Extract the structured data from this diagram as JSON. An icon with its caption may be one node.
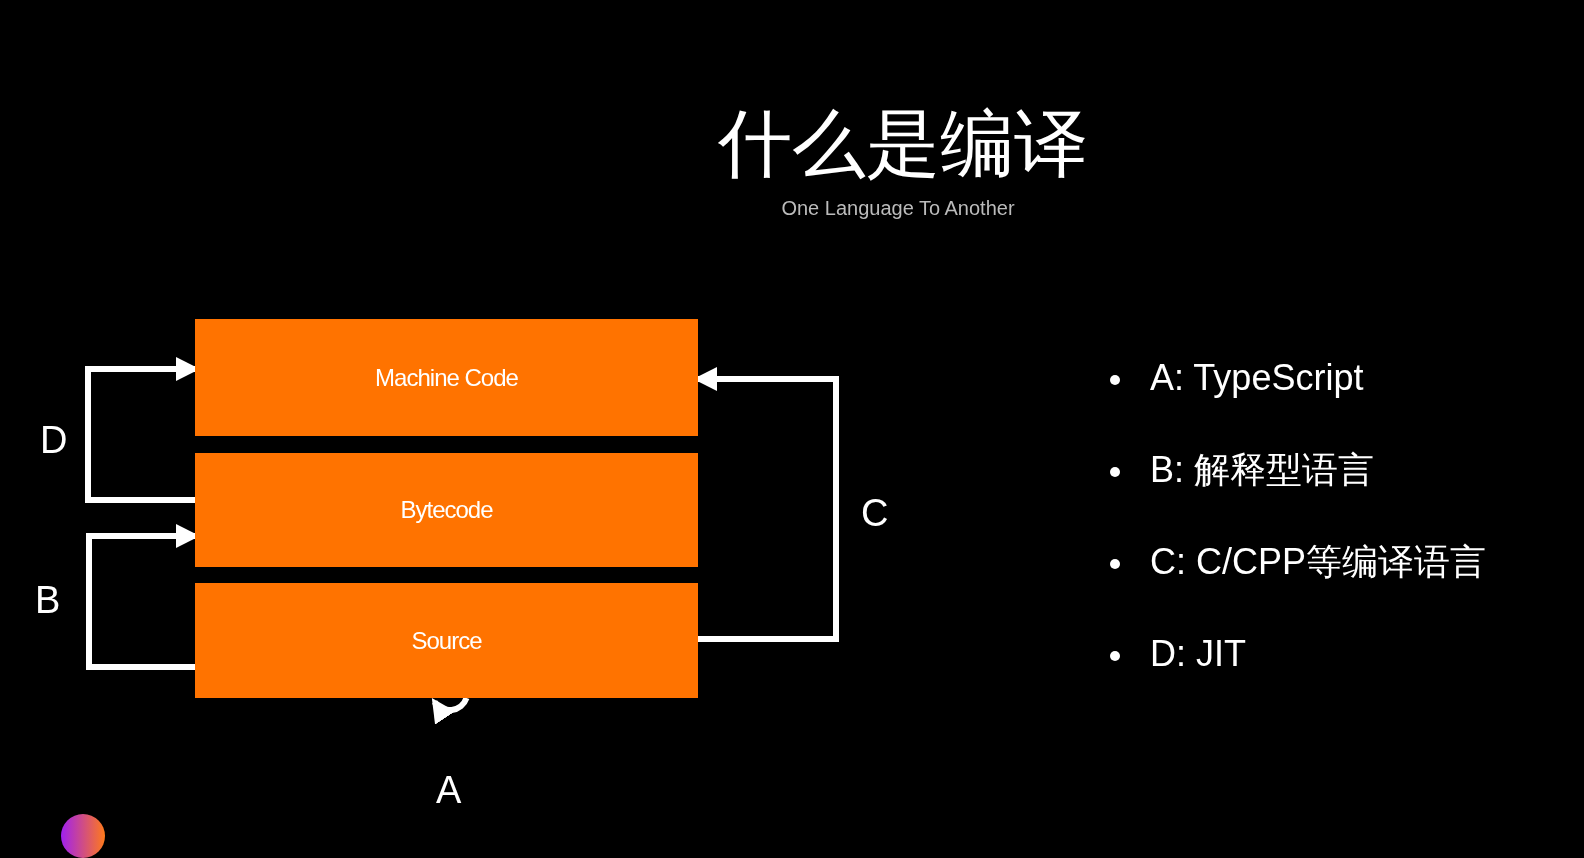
{
  "diagram": {
    "title": "什么是编译",
    "caption": "One Language To Another",
    "nodes": [
      {
        "text": [
          "Machine Code"
        ]
      },
      {
        "text": [
          "Bytecode"
        ]
      },
      {
        "text": [
          "Source"
        ]
      }
    ],
    "edges": [
      {
        "from": 1,
        "to": 0,
        "arrow": "to",
        "label": "D"
      },
      {
        "from": 2,
        "to": 1,
        "arrow": "to",
        "label": "B"
      },
      {
        "from": 2,
        "to": 0,
        "arrow": "to",
        "label": "C"
      },
      {
        "from": 2,
        "to": 2,
        "arrow": "to",
        "label": "A"
      }
    ],
    "labels": [
      "A: TypeScript",
      "B: 解释型语言",
      "C: C/CPP等编译语言",
      "D: JIT"
    ]
  }
}
